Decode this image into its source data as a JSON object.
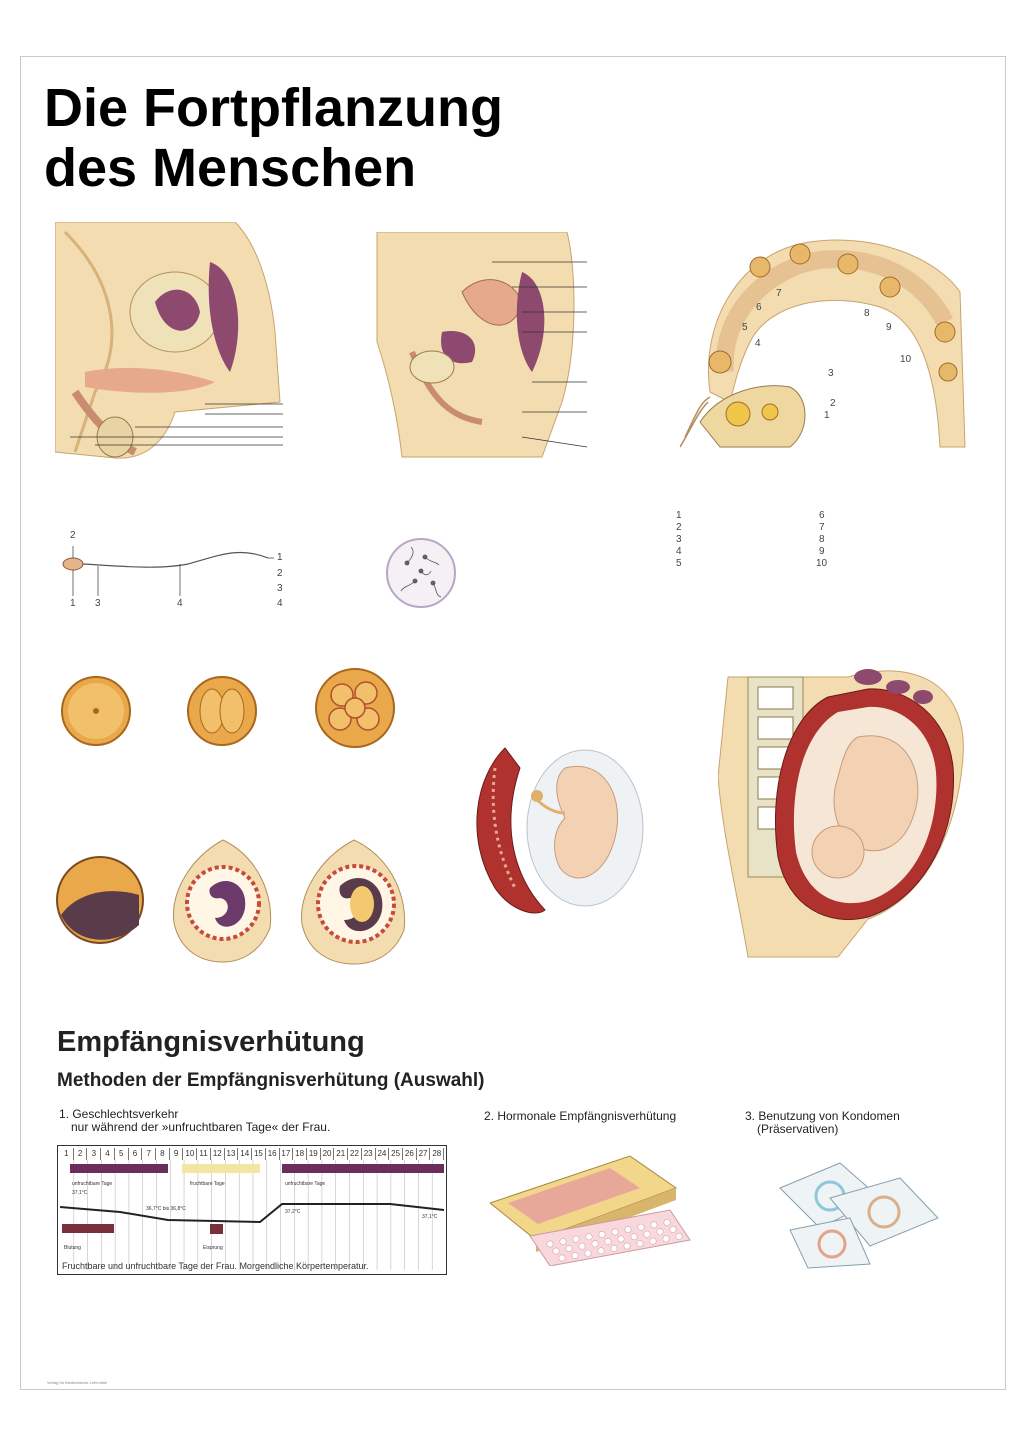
{
  "poster": {
    "title_line1": "Die Fortpflanzung",
    "title_line2": "des Menschen"
  },
  "sperm_fig": {
    "labels_left": [
      "2",
      "1",
      "3",
      "4"
    ],
    "labels_right": [
      "1",
      "2",
      "3",
      "4"
    ]
  },
  "ovary_legend": {
    "col1": [
      "1",
      "2",
      "3",
      "4",
      "5"
    ],
    "col2": [
      "6",
      "7",
      "8",
      "9",
      "10"
    ]
  },
  "tube_labels": [
    "1",
    "2",
    "3",
    "4",
    "5",
    "6",
    "7",
    "8",
    "9",
    "10"
  ],
  "contraception": {
    "heading": "Empfängnisverhütung",
    "subheading": "Methoden der Empfängnisverhütung (Auswahl)",
    "method1_line1": "1. Geschlechtsverkehr",
    "method1_line2": "nur während der »unfruchtbaren Tage« der Frau.",
    "method2": "2. Hormonale Empfängnisverhütung",
    "method3_line1": "3. Benutzung von Kondomen",
    "method3_line2": "(Präservativen)"
  },
  "calendar": {
    "days": [
      "1",
      "2",
      "3",
      "4",
      "5",
      "6",
      "7",
      "8",
      "9",
      "10",
      "11",
      "12",
      "13",
      "14",
      "15",
      "16",
      "17",
      "18",
      "19",
      "20",
      "21",
      "22",
      "23",
      "24",
      "25",
      "26",
      "27",
      "28"
    ],
    "label_unfertile1": "unfruchtbare Tage",
    "label_fertile": "fruchtbare Tage",
    "label_unfertile2": "unfruchtbare Tage",
    "temp1": "37,1°C",
    "temp2": "36,7°C bis 36,8°C",
    "temp3": "37,2°C",
    "temp4": "37,1°C",
    "label_bleeding": "Blutung",
    "label_ovulation": "Eisprung",
    "caption": "Fruchtbare und unfruchtbare Tage der Frau. Morgendliche Körpertemperatur."
  },
  "colors": {
    "skin": "#f3ddb0",
    "flesh": "#e6a98a",
    "organ_purple": "#8e4a6e",
    "blood_red": "#b0322e",
    "calendar_purple": "#6b2d5c",
    "calendar_yellow": "#f2e6a2",
    "calendar_brown": "#7a2f3a"
  },
  "footer": "Verlag für Medizinische Lehrmittel"
}
